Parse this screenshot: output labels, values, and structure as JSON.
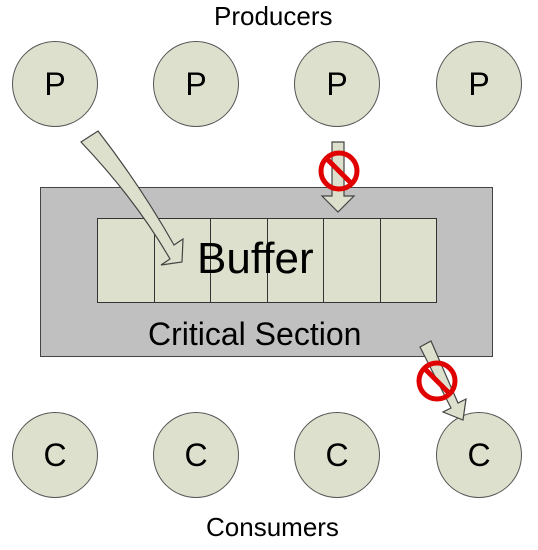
{
  "producers_label": "Producers",
  "consumers_label": "Consumers",
  "producers": [
    "P",
    "P",
    "P",
    "P"
  ],
  "consumers": [
    "C",
    "C",
    "C",
    "C"
  ],
  "buffer_label": "Buffer",
  "buffer_slot_count": 6,
  "critical_section_label": "Critical Section",
  "blocked_icon": "no-entry-icon",
  "colors": {
    "node_fill": "#dde0cc",
    "section_fill": "#c0c0c0",
    "blocked_red": "#e00000"
  }
}
